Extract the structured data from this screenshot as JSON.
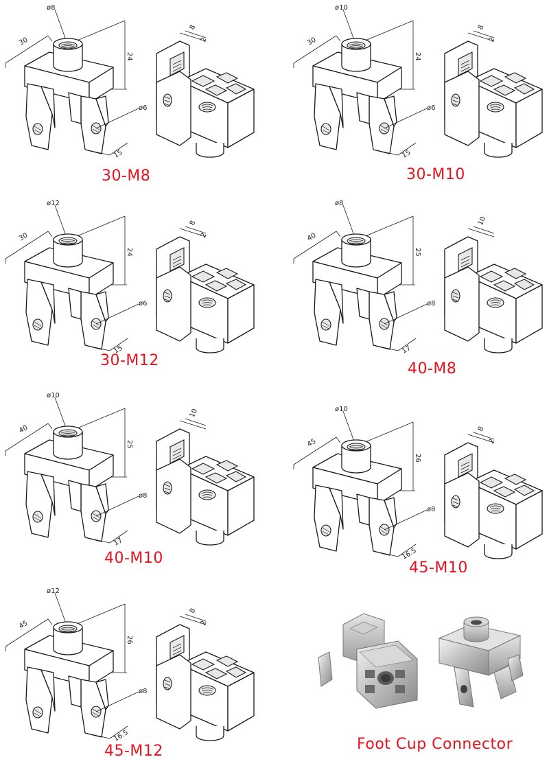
{
  "variants": [
    {
      "name": "30-M8",
      "hole": "ø8",
      "width": "30",
      "height": "24",
      "pin": "ø6",
      "foot": "15",
      "t1": "8",
      "t2": "2"
    },
    {
      "name": "30-M10",
      "hole": "ø10",
      "width": "30",
      "height": "24",
      "pin": "ø6",
      "foot": "15",
      "t1": "8",
      "t2": "2"
    },
    {
      "name": "30-M12",
      "hole": "ø12",
      "width": "30",
      "height": "24",
      "pin": "ø6",
      "foot": "15",
      "t1": "8",
      "t2": "2"
    },
    {
      "name": "40-M8",
      "hole": "ø8",
      "width": "40",
      "height": "25",
      "pin": "ø8",
      "foot": "17",
      "t1": "10",
      "t2": ""
    },
    {
      "name": "40-M10",
      "hole": "ø10",
      "width": "40",
      "height": "25",
      "pin": "ø8",
      "foot": "17",
      "t1": "10",
      "t2": ""
    },
    {
      "name": "45-M10",
      "hole": "ø10",
      "width": "45",
      "height": "26",
      "pin": "ø8",
      "foot": "16.5",
      "t1": "8",
      "t2": "2"
    },
    {
      "name": "45-M12",
      "hole": "ø12",
      "width": "45",
      "height": "26",
      "pin": "ø8",
      "foot": "16.5",
      "t1": "8",
      "t2": "2"
    }
  ],
  "product": {
    "caption": "Foot Cup Connector"
  }
}
